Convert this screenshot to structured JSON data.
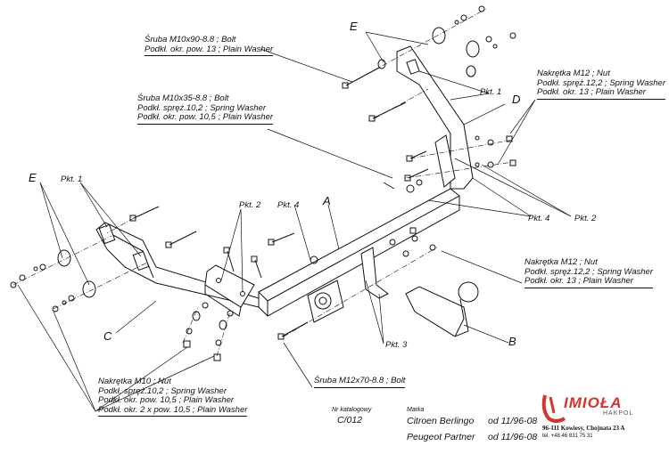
{
  "labels": {
    "bolt_m10x90": {
      "line1": "Śruba M10x90-8.8 ;  Bolt",
      "line2": "Podkł. okr. pow. 13 ; Plain Washer"
    },
    "bolt_m10x35": {
      "line1": "Śruba M10x35-8.8 ;  Bolt",
      "line2": "Podkł. spręż.10,2 ; Spring Washer",
      "line3": "Podkł. okr. pow. 10,5 ; Plain Washer"
    },
    "nut_m12_top": {
      "line1": "Nakrętka  M12 ; Nut",
      "line2": "Podkł. spręż.12,2 ; Spring Washer",
      "line3": "Podkł. okr. 13 ; Plain Washer"
    },
    "nut_m12_mid": {
      "line1": "Nakrętka  M12 ; Nut",
      "line2": "Podkł. spręż.12,2 ; Spring Washer",
      "line3": "Podkł. okr. 13 ; Plain Washer"
    },
    "nut_m10": {
      "line1": "Nakrętka  M10 ; Nut",
      "line2": "Podkł. spręż.10,2 ; Spring Washer",
      "line3": "Podkł. okr. pow. 10,5 ; Plain Washer",
      "line4": "Podkł. okr. 2 x pow. 10,5 ; Plain Washer"
    },
    "bolt_m12x70": "Śruba M12x70-8.8 ;  Bolt"
  },
  "letters": {
    "e_top": "E",
    "e_left": "E",
    "d": "D",
    "a": "A",
    "c": "C",
    "b": "B"
  },
  "pkt": {
    "pkt1_top": "Pkt. 1",
    "pkt1_left": "Pkt. 1",
    "pkt2_mid": "Pkt. 2",
    "pkt4_mid": "Pkt. 4",
    "pkt4_right": "Pkt. 4",
    "pkt2_right": "Pkt. 2",
    "pkt3": "Pkt. 3"
  },
  "catalog": {
    "nr_label": "Nr katalogowy",
    "nr_value": "C/012",
    "marka_label": "Marka",
    "rows": [
      {
        "model": "Citroen Berlingo",
        "date": "od 11/96-08"
      },
      {
        "model": "Peugeot Partner",
        "date": "od 11/96-08"
      }
    ]
  },
  "brand": {
    "name": "IMIOŁA",
    "sub": "HAKPOL",
    "address": "96-111 Kowiesy, Chojnata 23 A",
    "phone": "tel. +48 46 831 75 31",
    "color": "#d9332a"
  }
}
